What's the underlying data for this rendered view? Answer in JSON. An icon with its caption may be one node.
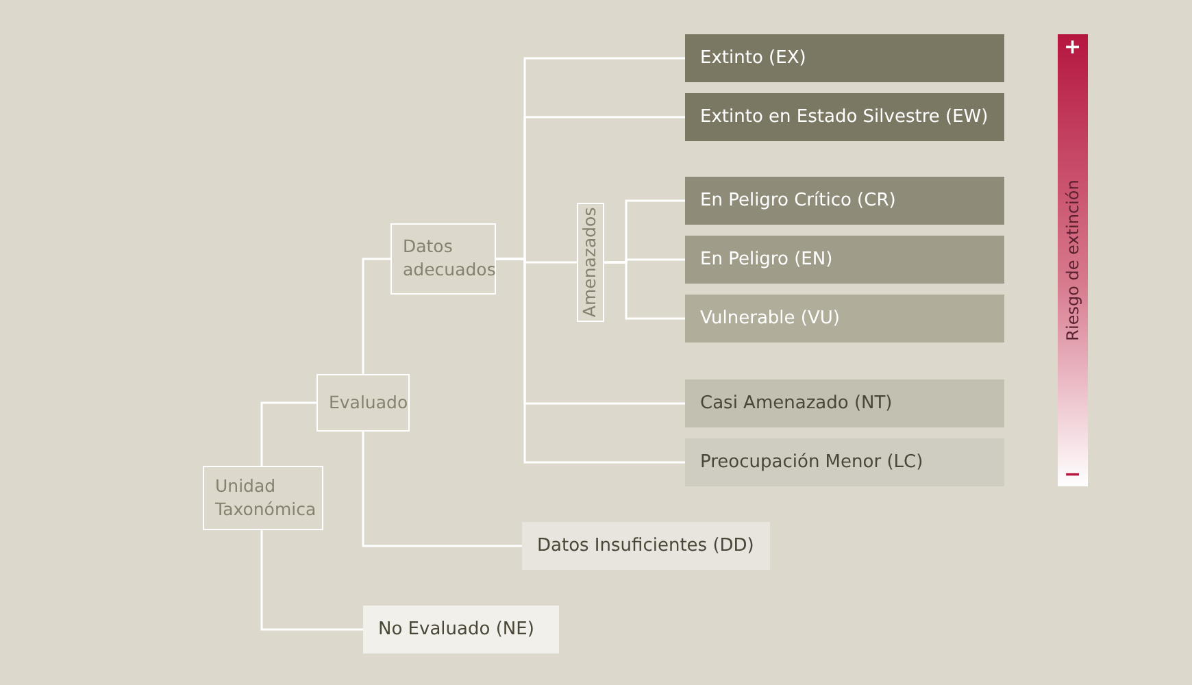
{
  "diagram": {
    "nodes": [
      {
        "text": [
          "Unidad Taxonómica"
        ]
      },
      {
        "text": [
          "Evaluado"
        ]
      },
      {
        "text": [
          "Datos adecuados"
        ]
      },
      {
        "text": [
          "Amenazados"
        ]
      },
      {
        "text": [
          "Extinto (EX)"
        ]
      },
      {
        "text": [
          "Extinto en Estado Silvestre (EW)"
        ]
      },
      {
        "text": [
          "En Peligro Crítico (CR)"
        ]
      },
      {
        "text": [
          "En Peligro (EN)"
        ]
      },
      {
        "text": [
          "Vulnerable (VU)"
        ]
      },
      {
        "text": [
          "Casi Amenazado (NT)"
        ]
      },
      {
        "text": [
          "Preocupación Menor (LC)"
        ]
      },
      {
        "text": [
          "Datos Insuficientes (DD)"
        ]
      },
      {
        "text": [
          "No Evaluado (NE)"
        ]
      }
    ],
    "edges": [
      {
        "from": 0,
        "to": 1,
        "arrow": "none"
      },
      {
        "from": 0,
        "to": 12,
        "arrow": "none"
      },
      {
        "from": 1,
        "to": 2,
        "arrow": "none"
      },
      {
        "from": 1,
        "to": 11,
        "arrow": "none"
      },
      {
        "from": 2,
        "to": 4,
        "arrow": "none"
      },
      {
        "from": 2,
        "to": 5,
        "arrow": "none"
      },
      {
        "from": 2,
        "to": 3,
        "arrow": "none"
      },
      {
        "from": 2,
        "to": 9,
        "arrow": "none"
      },
      {
        "from": 2,
        "to": 10,
        "arrow": "none"
      },
      {
        "from": 3,
        "to": 6,
        "arrow": "none"
      },
      {
        "from": 3,
        "to": 7,
        "arrow": "none"
      },
      {
        "from": 3,
        "to": 8,
        "arrow": "none"
      }
    ],
    "labels": [
      "+",
      "Riesgo de extinción",
      "−"
    ]
  }
}
